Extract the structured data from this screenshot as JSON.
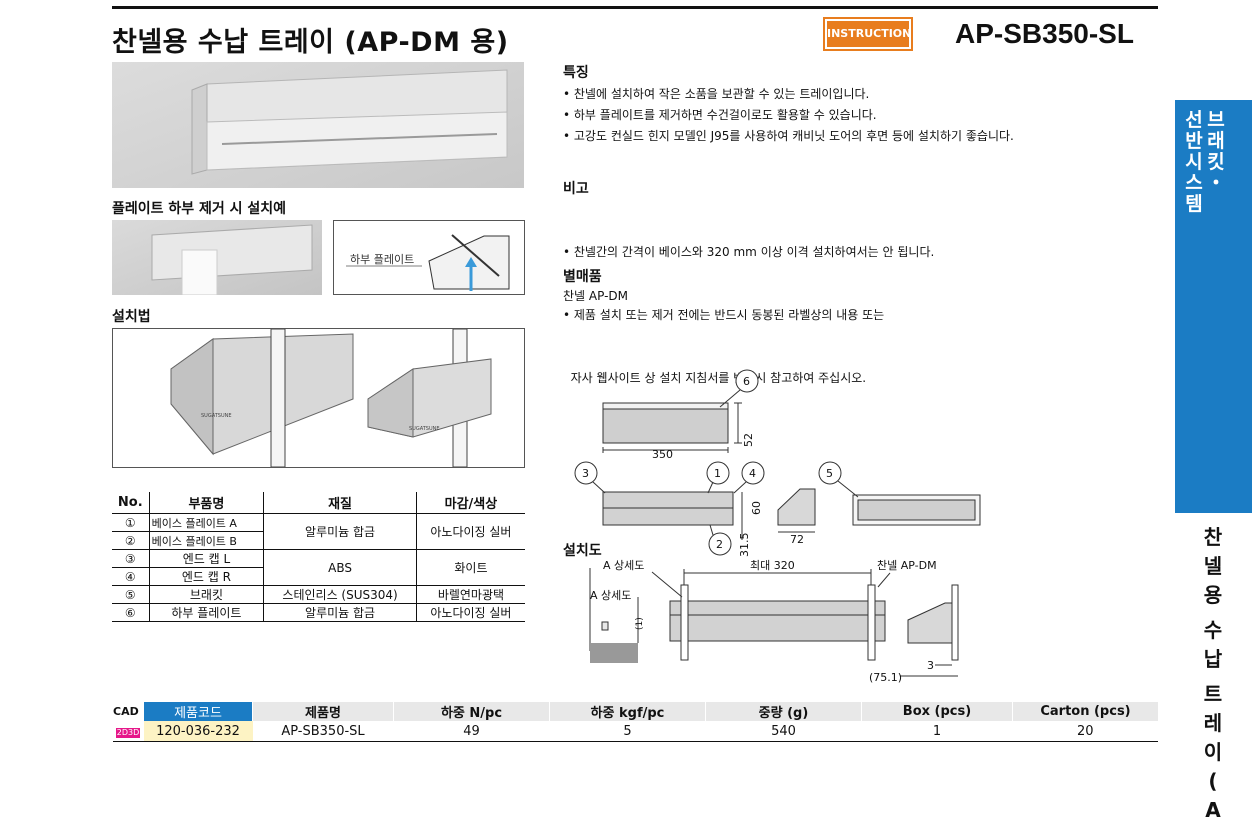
{
  "header": {
    "title": "찬넬용 수납 트레이 (AP-DM 용)",
    "badge": "INSTRUCTION",
    "model": "AP-SB350-SL"
  },
  "left": {
    "caption_plate": "플레이트 하부 제거 시 설치예",
    "plate_label": "하부 플레이트",
    "install_title": "설치법",
    "logo_text": "SUGATSUNE"
  },
  "features": {
    "title": "특징",
    "items": [
      "• 찬넬에 설치하여 작은 소품을 보관할 수 있는 트레이입니다.",
      "• 하부 플레이트를 제거하면 수건걸이로도 활용할 수 있습니다.",
      "• 고강도 컨실드 힌지 모델인 J95를 사용하여 캐비닛 도어의 후면 등에 설치하기 좋습니다."
    ]
  },
  "notes": {
    "title": "비고",
    "items": [
      "• 찬넬간의 간격이 베이스와 320 mm 이상 이격 설치하여서는 안 됩니다.",
      "• 제품 설치 또는 제거 전에는 반드시 동봉된 라벨상의 내용 또는",
      "  자사 웹사이트 상 설치 지침서를 반드시 참고하여 주십시오."
    ]
  },
  "separate": {
    "title": "별매품",
    "item": "찬넬 AP-DM"
  },
  "parts_table": {
    "headers": [
      "No.",
      "부품명",
      "재질",
      "마감/색상"
    ],
    "rows": [
      {
        "no": "①",
        "name": "베이스 플레이트 A"
      },
      {
        "no": "②",
        "name": "베이스 플레이트 B"
      },
      {
        "no": "③",
        "name": "엔드 캡 L"
      },
      {
        "no": "④",
        "name": "엔드 캡 R"
      },
      {
        "no": "⑤",
        "name": "브래킷"
      },
      {
        "no": "⑥",
        "name": "하부 플레이트"
      }
    ],
    "materials": [
      "알루미늄 합금",
      "ABS",
      "스테인리스 (SUS304)",
      "알루미늄 합금"
    ],
    "finishes": [
      "아노다이징 실버",
      "화이트",
      "바렐연마광택",
      "아노다이징 실버"
    ]
  },
  "drawing": {
    "dim_350": "350",
    "dim_52": "52",
    "dim_60": "60",
    "dim_31_5": "31.5",
    "dim_72": "72",
    "callouts": [
      "1",
      "2",
      "3",
      "4",
      "5",
      "6"
    ],
    "install_title": "설치도",
    "a_detail": "A 상세도",
    "max_320": "최대 320",
    "channel": "찬넬 AP-DM",
    "a_detail_2": "A 상세도",
    "dim_1": "(1)",
    "dim_3": "3",
    "dim_75_1": "(75.1)"
  },
  "cad_table": {
    "headers": [
      "CAD",
      "제품코드",
      "제품명",
      "하중 N/pc",
      "하중 kgf/pc",
      "중량 (g)",
      "Box (pcs)",
      "Carton (pcs)"
    ],
    "row": {
      "cad": "2D3D",
      "code": "120-036-232",
      "name": "AP-SB350-SL",
      "load_n": "49",
      "load_kgf": "5",
      "weight": "540",
      "box": "1",
      "carton": "20"
    }
  },
  "sidebar": {
    "blue_col1": [
      "선",
      "반",
      "시",
      "스",
      "템"
    ],
    "blue_col2": [
      "브",
      "래",
      "킷",
      "・"
    ],
    "gray_col": [
      "찬",
      "넬",
      "용",
      "",
      "수",
      "납",
      "",
      "트",
      "레",
      "이",
      "",
      "(",
      "A"
    ]
  }
}
